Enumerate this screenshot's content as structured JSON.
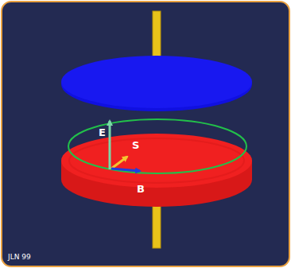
{
  "diagram": {
    "labels": [
      "E",
      "S",
      "B",
      "JLN 99"
    ]
  }
}
